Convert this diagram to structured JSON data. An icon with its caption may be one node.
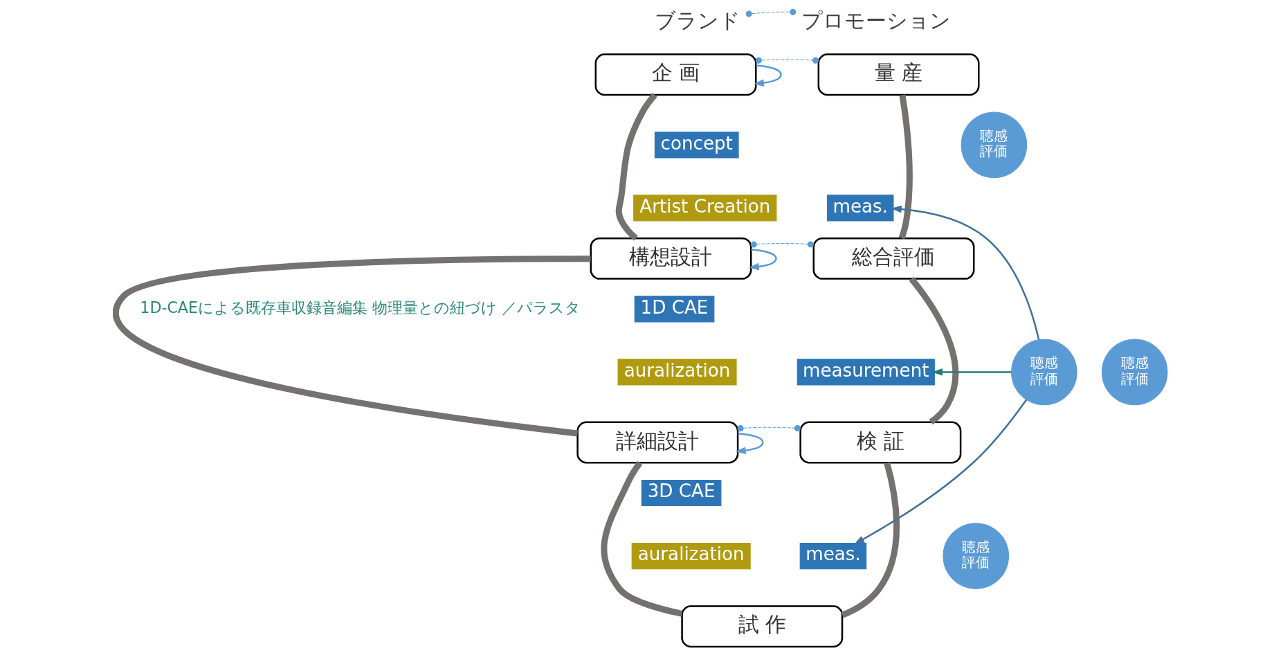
{
  "diagram": {
    "nodes": [
      {
        "text": [
          "ブランド"
        ]
      },
      {
        "text": [
          "プロモーション"
        ]
      },
      {
        "text": [
          "企 画"
        ]
      },
      {
        "text": [
          "量 産"
        ]
      },
      {
        "text": [
          "構想設計"
        ]
      },
      {
        "text": [
          "総合評価"
        ]
      },
      {
        "text": [
          "詳細設計"
        ]
      },
      {
        "text": [
          "検 証"
        ]
      },
      {
        "text": [
          "試 作"
        ]
      },
      {
        "text": [
          "concept"
        ]
      },
      {
        "text": [
          "Artist Creation"
        ]
      },
      {
        "text": [
          "1D CAE"
        ]
      },
      {
        "text": [
          "auralization"
        ]
      },
      {
        "text": [
          "3D CAE"
        ]
      },
      {
        "text": [
          "auralization"
        ]
      },
      {
        "text": [
          "meas."
        ]
      },
      {
        "text": [
          "measurement"
        ]
      },
      {
        "text": [
          "meas."
        ]
      },
      {
        "text": [
          "聴感評価"
        ]
      },
      {
        "text": [
          "聴感評価"
        ]
      },
      {
        "text": [
          "聴感評価"
        ]
      },
      {
        "text": [
          "聴感評価"
        ]
      }
    ],
    "edges": [
      {
        "from": 0,
        "to": 1,
        "arrow": "other",
        "style": "dashed",
        "color": "#5b9bd5"
      },
      {
        "from": 2,
        "to": 3,
        "arrow": "other",
        "style": "dashed",
        "color": "#5b9bd5"
      },
      {
        "from": 4,
        "to": 5,
        "arrow": "other",
        "style": "dashed",
        "color": "#5b9bd5"
      },
      {
        "from": 6,
        "to": 7,
        "arrow": "other",
        "style": "dashed",
        "color": "#5b9bd5"
      },
      {
        "from": 2,
        "to": 4,
        "arrow": "none",
        "style": "thick",
        "color": "#767171"
      },
      {
        "from": 4,
        "to": 6,
        "arrow": "none",
        "style": "thick",
        "color": "#767171"
      },
      {
        "from": 6,
        "to": 8,
        "arrow": "none",
        "style": "thick",
        "color": "#767171"
      },
      {
        "from": 8,
        "to": 7,
        "arrow": "none",
        "style": "thick",
        "color": "#767171"
      },
      {
        "from": 7,
        "to": 5,
        "arrow": "none",
        "style": "thick",
        "color": "#767171"
      },
      {
        "from": 5,
        "to": 3,
        "arrow": "none",
        "style": "thick",
        "color": "#767171"
      },
      {
        "from": 2,
        "to": 2,
        "arrow": "to",
        "color": "#5b9bd5"
      },
      {
        "from": 4,
        "to": 4,
        "arrow": "to",
        "color": "#5b9bd5"
      },
      {
        "from": 6,
        "to": 6,
        "arrow": "to",
        "color": "#5b9bd5"
      },
      {
        "from": 21,
        "to": 15,
        "arrow": "to",
        "color": "#41719c"
      },
      {
        "from": 21,
        "to": 16,
        "arrow": "to",
        "color": "#1f7a7a"
      },
      {
        "from": 21,
        "to": 17,
        "arrow": "to",
        "color": "#41719c"
      }
    ],
    "labels": [
      "1D-CAEによる既存車収録音編集 物理量との紐づけ ／パラスタ"
    ]
  }
}
